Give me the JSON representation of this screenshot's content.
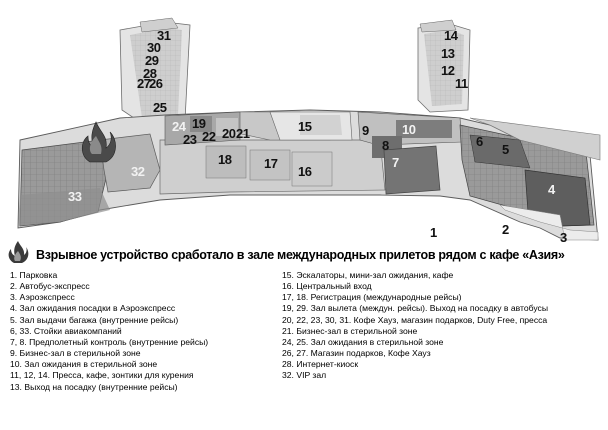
{
  "map": {
    "zone_labels": {
      "z1": "1",
      "z2": "2",
      "z3": "3",
      "z4": "4",
      "z5": "5",
      "z6": "6",
      "z7": "7",
      "z8": "8",
      "z9": "9",
      "z10": "10",
      "z11": "11",
      "z12": "12",
      "z13": "13",
      "z14": "14",
      "z15": "15",
      "z16": "16",
      "z17": "17",
      "z18": "18",
      "z19": "19",
      "z20": "20",
      "z21": "21",
      "z22": "22",
      "z23": "23",
      "z24": "24",
      "z25": "25",
      "z26": "26",
      "z27": "27",
      "z28": "28",
      "z29": "29",
      "z30": "30",
      "z31": "31",
      "z32": "32",
      "z33": "33"
    },
    "explosion_icon": "flame-icon"
  },
  "headline": "Взрывное устройство сработало в зале международных прилетов рядом с кафе «Азия»",
  "legend_left": [
    "1. Парковка",
    "2. Автобус-экспресс",
    "3. Аэроэкспресс",
    "4. Зал ожидания посадки в Аэроэкспресс",
    "5. Зал выдачи багажа (внутренние рейсы)",
    "6, 33. Стойки авиакомпаний",
    "7, 8. Предполетный контроль (внутренние рейсы)",
    "9. Бизнес-зал в стерильной зоне",
    "10. Зал ожидания в стерильной зоне",
    "11, 12, 14. Пресса, кафе, зонтики для курения",
    "13. Выход на посадку (внутренние рейсы)"
  ],
  "legend_right": [
    "15. Эскалаторы, мини-зал ожидания, кафе",
    "16. Центральный вход",
    "17, 18. Регистрация (международные рейсы)",
    "19, 29. Зал вылета (междун. рейсы). Выход на посадку в автобусы",
    "20, 22, 23, 30, 31. Кофе Хауз, магазин подарков, Duty Free, пресса",
    "21. Бизнес-зал в стерильной зоне",
    "24, 25. Зал ожидания в стерильной зоне",
    "26, 27. Магазин подарков, Кофе Хауз",
    "28. Интернет-киоск",
    "32. VIP зал"
  ]
}
